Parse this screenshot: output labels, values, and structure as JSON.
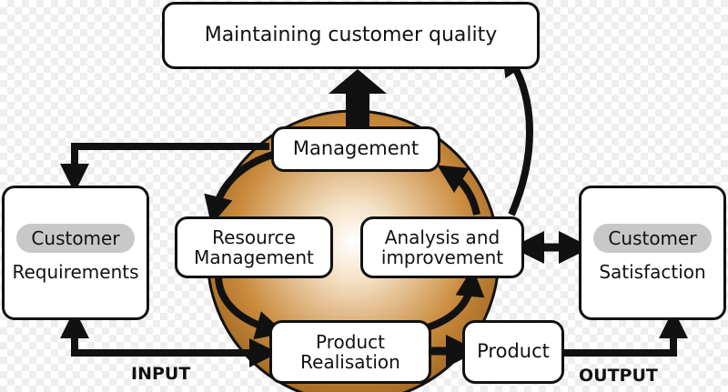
{
  "diagram": {
    "top_box": "Maintaining customer quality",
    "management": "Management",
    "resource": [
      "Resource",
      "Management"
    ],
    "analysis": [
      "Analysis and",
      "improvement"
    ],
    "product_realisation": [
      "Product",
      "Realisation"
    ],
    "product": "Product",
    "customer_req": {
      "tag": "Customer",
      "text": "Requirements"
    },
    "customer_sat": {
      "tag": "Customer",
      "text": "Satisfaction"
    },
    "input_label": "INPUT",
    "output_label": "OUTPUT"
  },
  "colors": {
    "circle_fill": "#c98a3c",
    "circle_center": "#f5e3c8",
    "pill": "#c8c8c8",
    "stroke": "#111111"
  }
}
